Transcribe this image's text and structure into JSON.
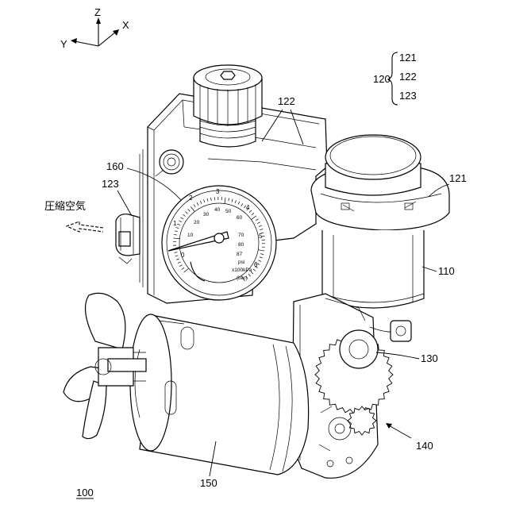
{
  "axes": {
    "x": "X",
    "y": "Y",
    "z": "Z"
  },
  "labels": {
    "group_main": "120",
    "group_items": [
      "121",
      "122",
      "123"
    ],
    "top_122": "122",
    "ref_160": "160",
    "ref_123": "123",
    "ref_121": "121",
    "ref_110": "110",
    "ref_130": "130",
    "ref_140": "140",
    "ref_150": "150",
    "figure_ref": "100"
  },
  "annotation": {
    "compressed_air": "圧縮空気"
  },
  "gauge": {
    "bar_scale": [
      "0",
      "1",
      "2",
      "3",
      "4",
      "5",
      "6"
    ],
    "inner_scale": [
      "10",
      "20",
      "30",
      "40",
      "50",
      "60",
      "70",
      "80",
      "87"
    ],
    "unit_psi": "psi",
    "unit_kpa": "x100kPa",
    "unit_bar": "(bar)"
  }
}
